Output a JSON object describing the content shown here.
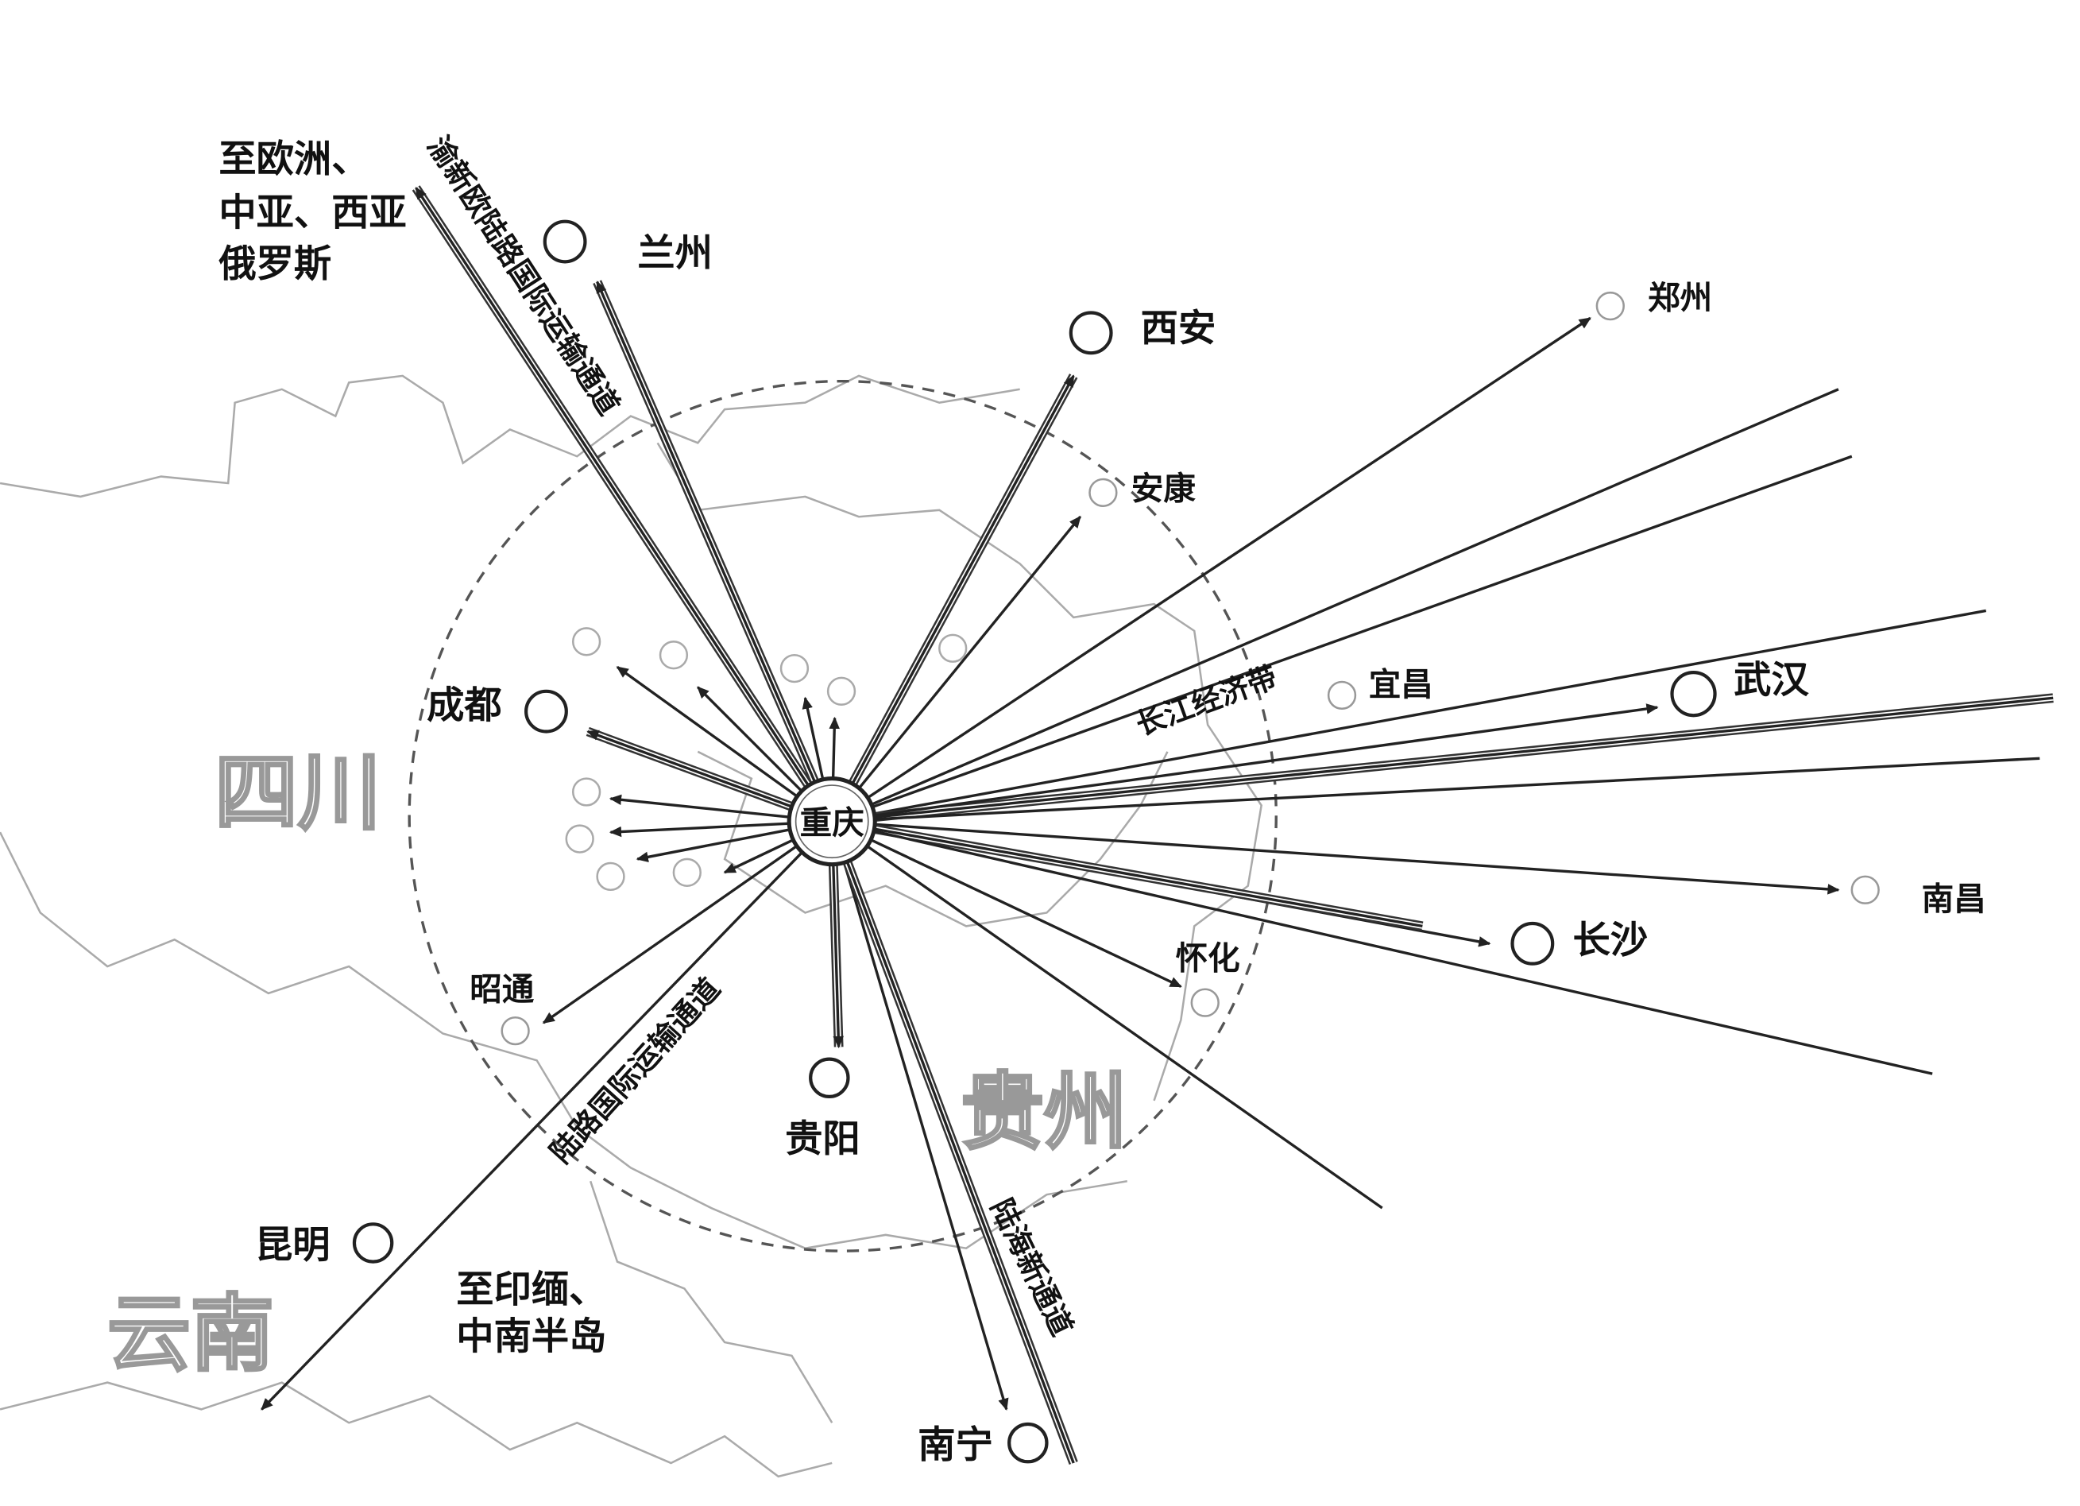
{
  "hub": "重庆",
  "cities": [
    {
      "id": "lanzhou",
      "name": "兰州"
    },
    {
      "id": "xian",
      "name": "西安"
    },
    {
      "id": "zhengzhou",
      "name": "郑州"
    },
    {
      "id": "ankang",
      "name": "安康"
    },
    {
      "id": "yichang",
      "name": "宜昌"
    },
    {
      "id": "wuhan",
      "name": "武汉"
    },
    {
      "id": "nanchang",
      "name": "南昌"
    },
    {
      "id": "changsha",
      "name": "长沙"
    },
    {
      "id": "huaihua",
      "name": "怀化"
    },
    {
      "id": "guiyang",
      "name": "贵阳"
    },
    {
      "id": "nanning",
      "name": "南宁"
    },
    {
      "id": "kunming",
      "name": "昆明"
    },
    {
      "id": "zhaotong",
      "name": "昭通"
    },
    {
      "id": "chengdu",
      "name": "成都"
    }
  ],
  "provinces": [
    "四川",
    "贵州",
    "云南"
  ],
  "destinations": {
    "europe": [
      "至欧洲、",
      "中亚、西亚",
      "俄罗斯"
    ],
    "indochina": [
      "至印缅、",
      "中南半岛"
    ]
  },
  "corridors": {
    "yuxinou": "渝新欧陆路国际运输通道",
    "land": "陆路国际运输通道",
    "landsea": "陆海新通道",
    "yangtze": "长江经济带"
  }
}
